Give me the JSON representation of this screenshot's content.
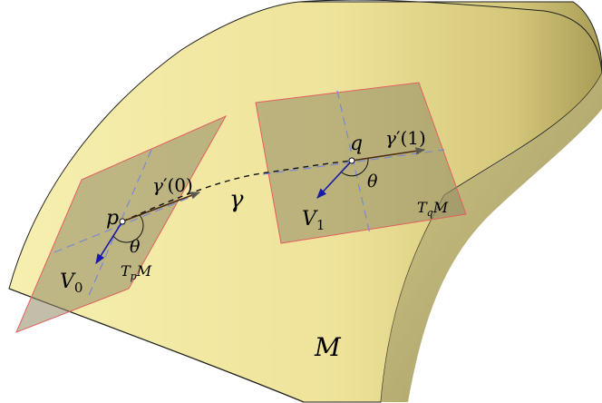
{
  "manifold_label": "M",
  "curve_label": "γ",
  "point_p": "p",
  "point_q": "q",
  "angle_p": "θ",
  "angle_q": "θ",
  "tangent_p": {
    "base": "γ",
    "suffix": "′(0)"
  },
  "tangent_q": {
    "base": "γ",
    "suffix": "′(1)"
  },
  "vector_p": {
    "base": "V",
    "sub": "0"
  },
  "vector_q": {
    "base": "V",
    "sub": "1"
  },
  "tangent_space_p": {
    "base": "T",
    "sub": "p",
    "tail": "M"
  },
  "tangent_space_q": {
    "base": "T",
    "sub": "q",
    "tail": "M"
  },
  "colors": {
    "surface_light": "#f4eca7",
    "surface_dark": "#a99d57",
    "plane_fill": "#9c9370",
    "plane_edge": "#e06060",
    "axis_dash": "#7a8ad0",
    "vector_blue": "#1a1aa8",
    "tangent_brown": "#4a2a10"
  }
}
